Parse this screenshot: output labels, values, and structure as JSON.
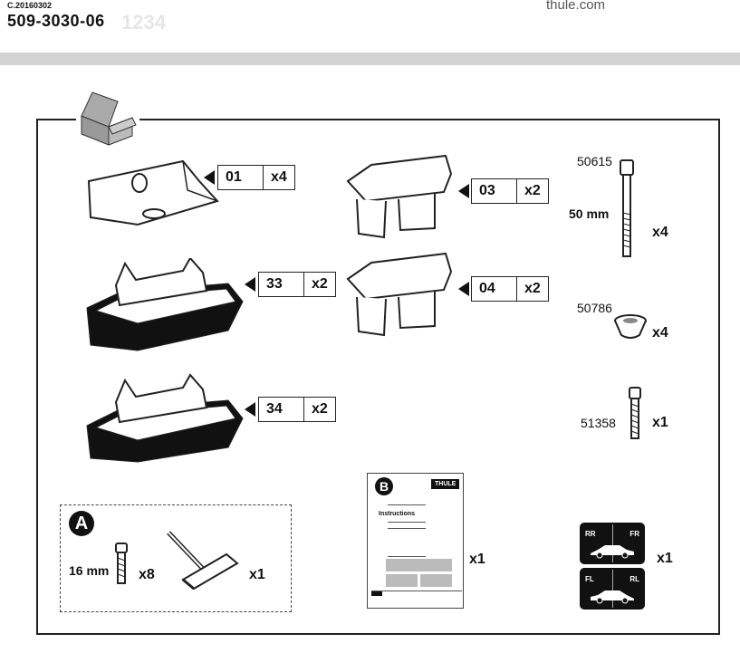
{
  "header": {
    "doc_date": "C.20160302",
    "doc_number": "509-3030-06",
    "ghost_number": "1234",
    "website": "thule.com"
  },
  "parts": [
    {
      "code": "01",
      "qty": "x4"
    },
    {
      "code": "33",
      "qty": "x2"
    },
    {
      "code": "34",
      "qty": "x2"
    },
    {
      "code": "03",
      "qty": "x2"
    },
    {
      "code": "04",
      "qty": "x2"
    }
  ],
  "hardware": [
    {
      "code": "50615",
      "length": "50 mm",
      "qty": "x4"
    },
    {
      "code": "50786",
      "qty": "x4"
    },
    {
      "code": "51358",
      "qty": "x1"
    }
  ],
  "kit_a": {
    "badge": "A",
    "bolt_length": "16 mm",
    "bolt_qty": "x8",
    "tool_qty": "x1"
  },
  "instructions": {
    "badge": "B",
    "brand": "THULE",
    "title": "Instructions",
    "qty": "x1"
  },
  "stickers": {
    "labels": [
      "RR",
      "FR",
      "FL",
      "RL"
    ],
    "qty": "x1"
  }
}
